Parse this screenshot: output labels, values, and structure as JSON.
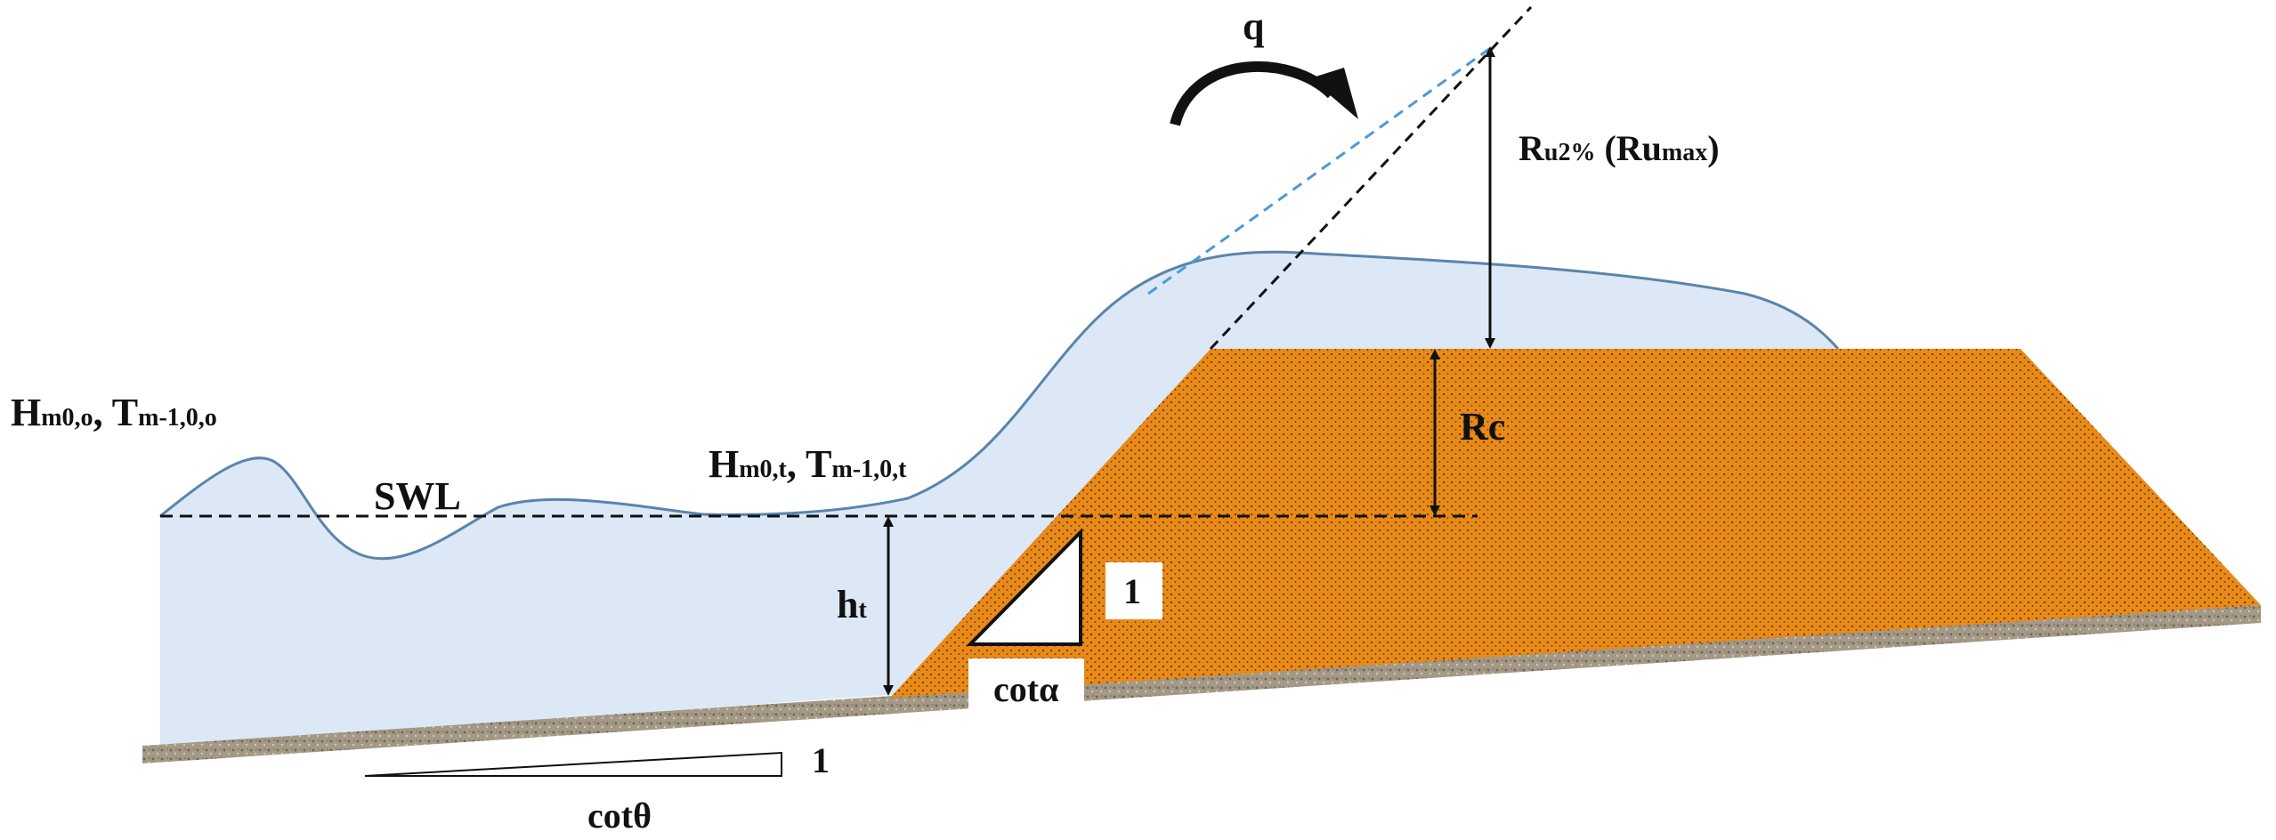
{
  "colors": {
    "water_fill": "#dce8f5",
    "water_line": "#5a84ad",
    "sand": "#e98a18",
    "sand_dots": "#5a3408",
    "ground": "#9c9080",
    "runup_dashed": "#4b9ad6",
    "black": "#111111"
  },
  "labels": {
    "offshore": {
      "h": "H",
      "h_sub": "m0,o",
      "sep": ", T",
      "t_sub": "m-1,0,o"
    },
    "toe": {
      "h": "H",
      "h_sub": "m0,t",
      "sep": ", T",
      "t_sub": "m-1,0,t"
    },
    "swl": "SWL",
    "ht": {
      "main": "h",
      "sub": "t"
    },
    "q": "q",
    "runup": {
      "r": "R",
      "sub": "u2%",
      "mid": " (Ru",
      "sub2": "max",
      "end": ")"
    },
    "rc": "Rc",
    "one_slope": "1",
    "cot_alpha": "cotα",
    "one_bed": "1",
    "cot_theta": "cotθ"
  }
}
